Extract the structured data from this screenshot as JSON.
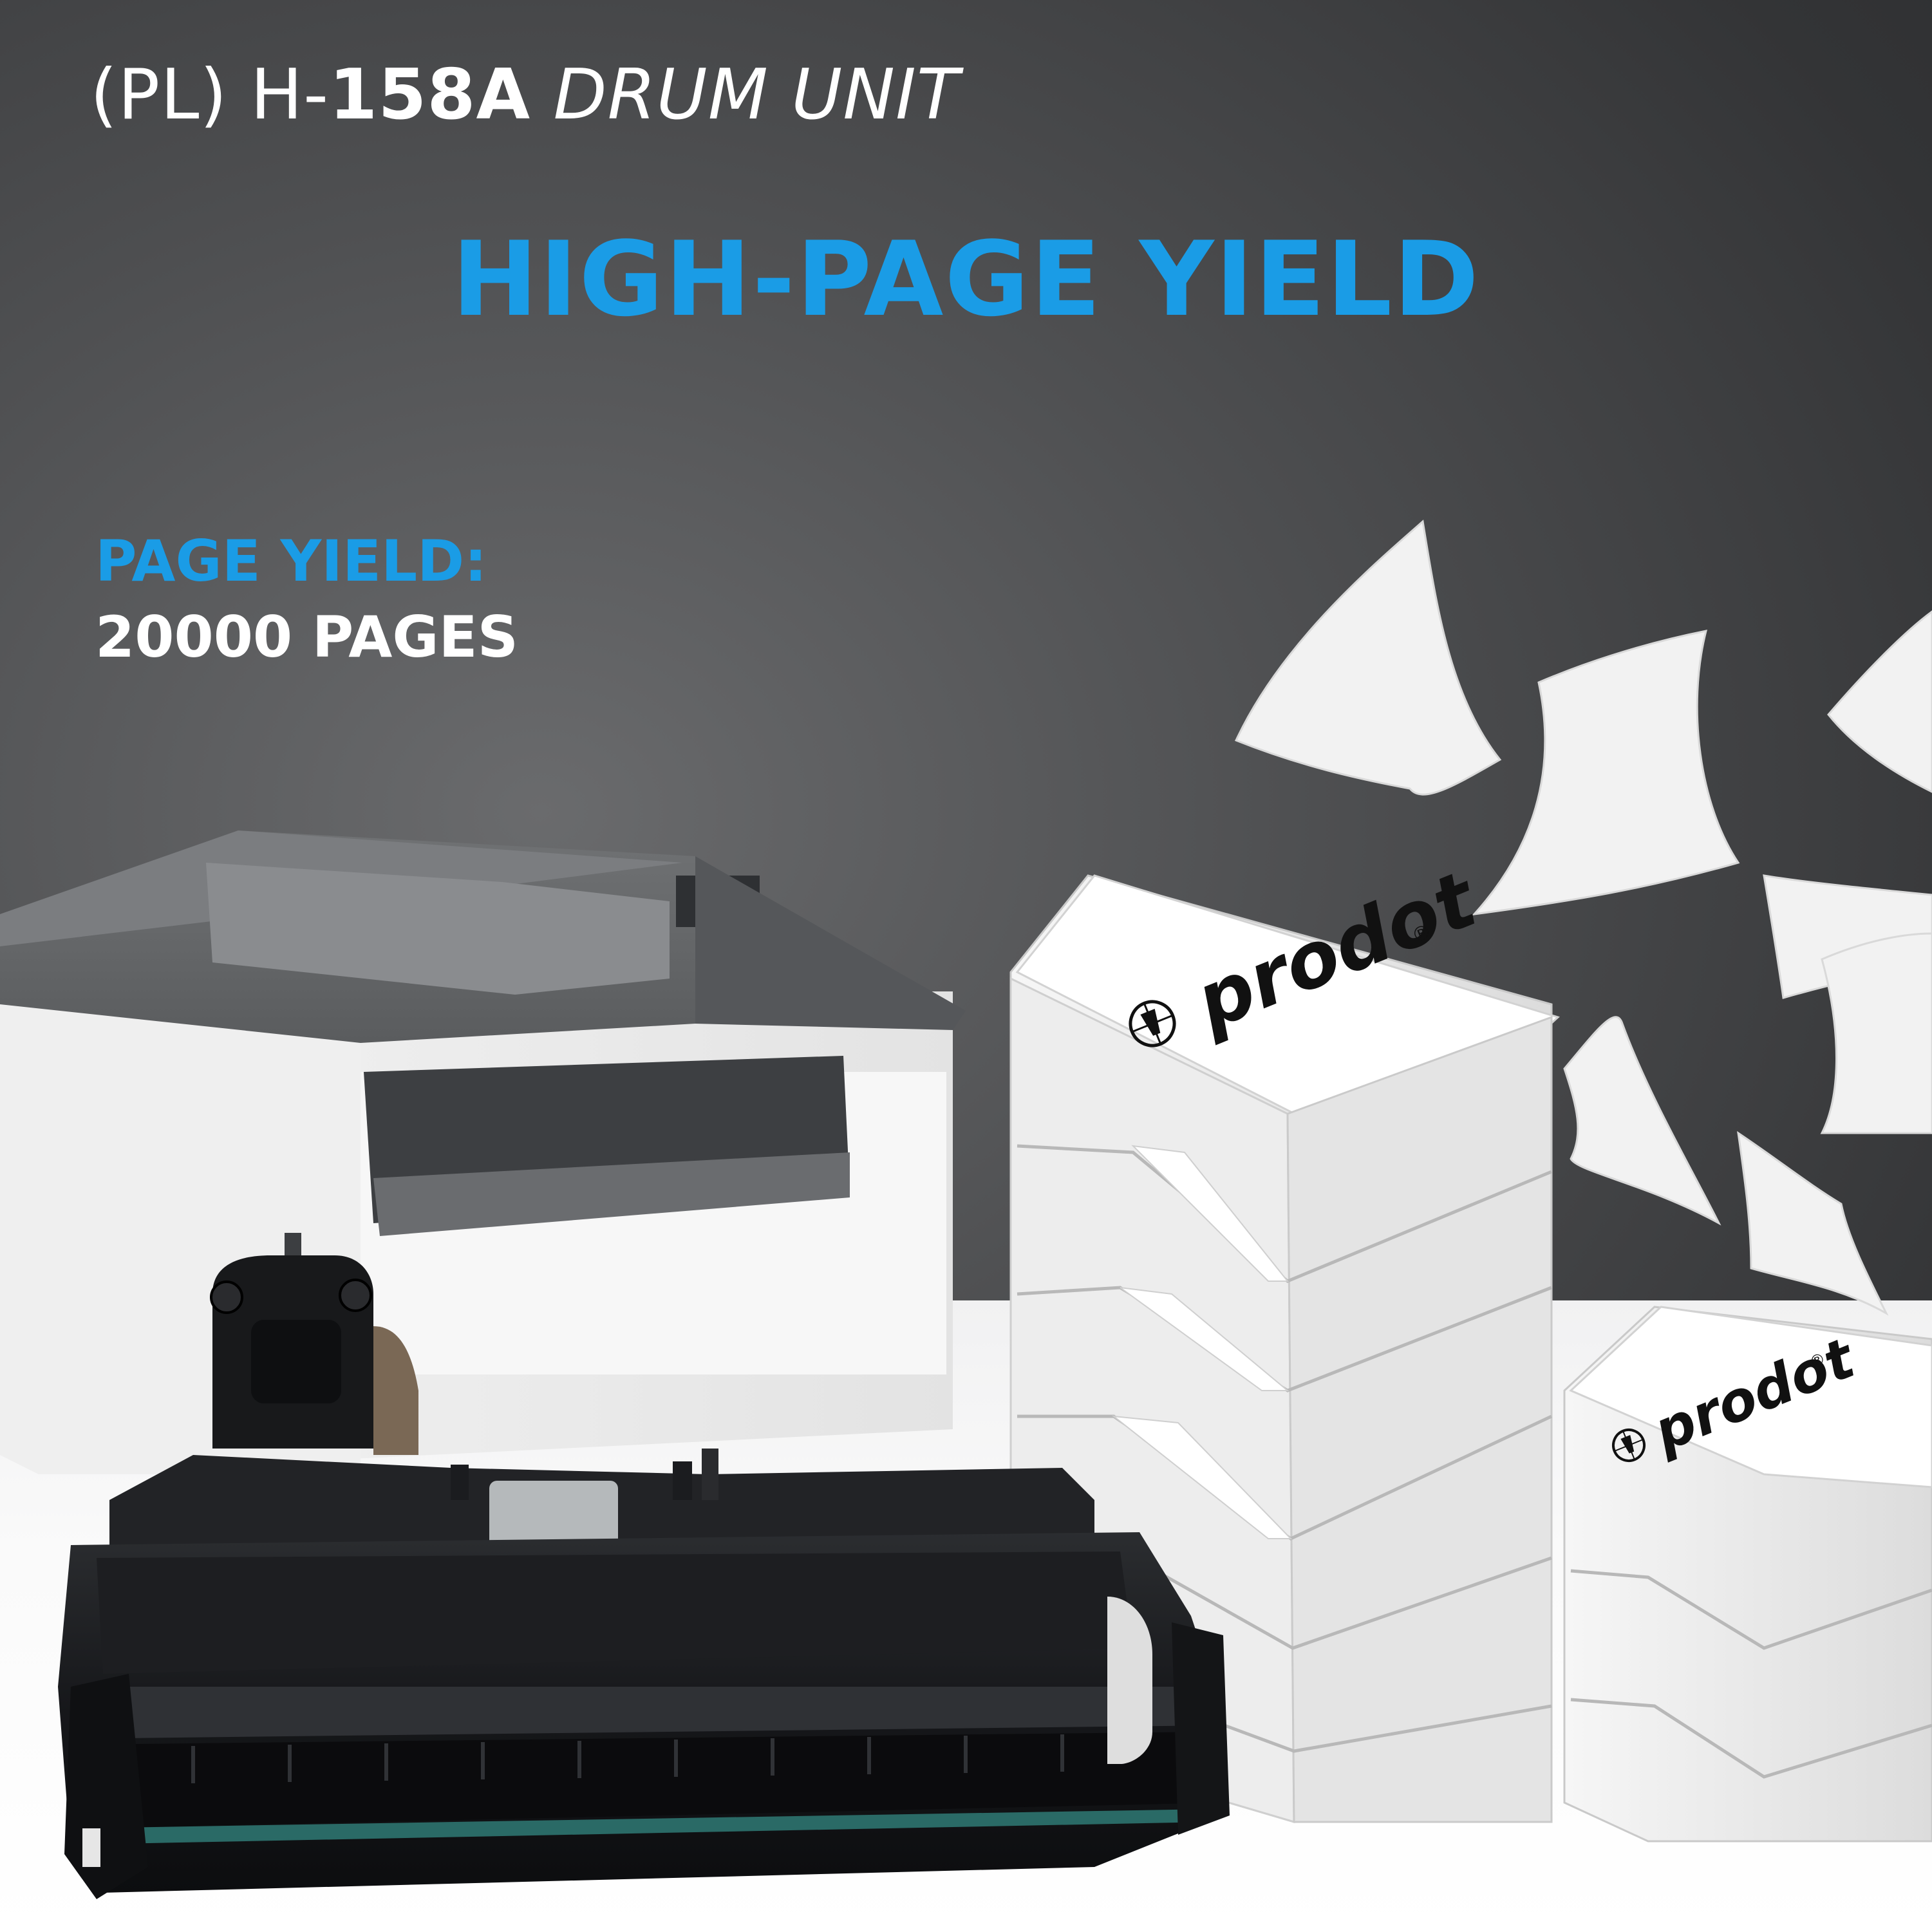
{
  "header": {
    "prefix": "(PL) H-",
    "model": "158A",
    "product": "DRUM UNIT"
  },
  "headline": "HIGH-PAGE YIELD",
  "yield": {
    "label": "PAGE YIELD:",
    "value": "20000 PAGES"
  },
  "brand": {
    "name": "prodot",
    "mark": "®"
  },
  "colors": {
    "accent": "#1a9ce6",
    "background": "#4f5052",
    "text": "#ffffff"
  }
}
